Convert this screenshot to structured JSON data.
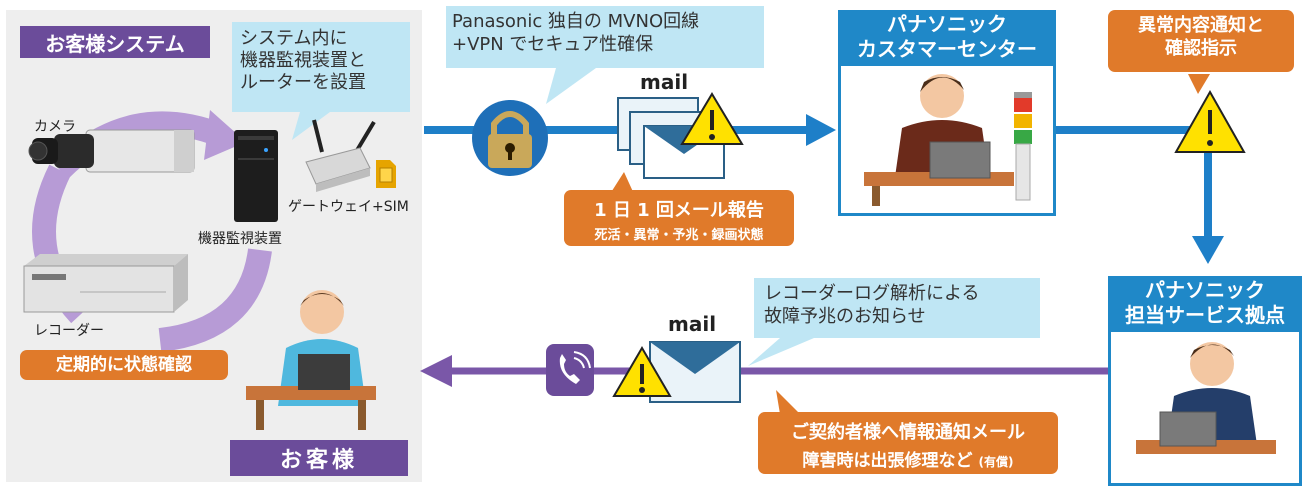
{
  "customer_system": {
    "title": "お客様システム",
    "bubble": [
      "システム内に",
      "機器監視装置と",
      "ルーターを設置"
    ],
    "labels": {
      "camera": "カメラ",
      "monitor": "機器監視装置",
      "gateway": "ゲートウェイ+SIM",
      "recorder": "レコーダー"
    },
    "check_badge": "定期的に状態確認"
  },
  "vpn_bubble": [
    "Panasonic 独自の MVNO回線",
    "+VPN でセキュア性確保"
  ],
  "top_mail_label": "mail",
  "daily_report": {
    "line1": "1 日 1 回メール報告",
    "line2": "死活・異常・予兆・録画状態"
  },
  "customer_center": {
    "title_line1": "パナソニック",
    "title_line2": "カスタマーセンター"
  },
  "anomaly_badge": [
    "異常内容通知と",
    "確認指示"
  ],
  "service_base": {
    "title_line1": "パナソニック",
    "title_line2": "担当サービス拠点"
  },
  "log_bubble": [
    "レコーダーログ解析による",
    "故障予兆のお知らせ"
  ],
  "bottom_mail_label": "mail",
  "contract_notice": {
    "line1": "ご契約者様へ情報通知メール",
    "line2_main": "障害時は出張修理など",
    "line2_small": "(有償)"
  },
  "customer_label": "お客様",
  "colors": {
    "blue_flow": "#1e7fc8",
    "purple_flow": "#7a57a8",
    "orange": "#e07a2a",
    "light_blue": "#bfe6f4",
    "purple_tag": "#6b4c9a",
    "title_blue": "#1f88c8"
  },
  "icons": [
    "padlock-icon",
    "mail-envelope-icon",
    "warning-icon",
    "phone-icon",
    "camera-icon",
    "recorder-icon",
    "server-icon",
    "router-icon",
    "sim-card-icon",
    "signal-light-icon"
  ]
}
